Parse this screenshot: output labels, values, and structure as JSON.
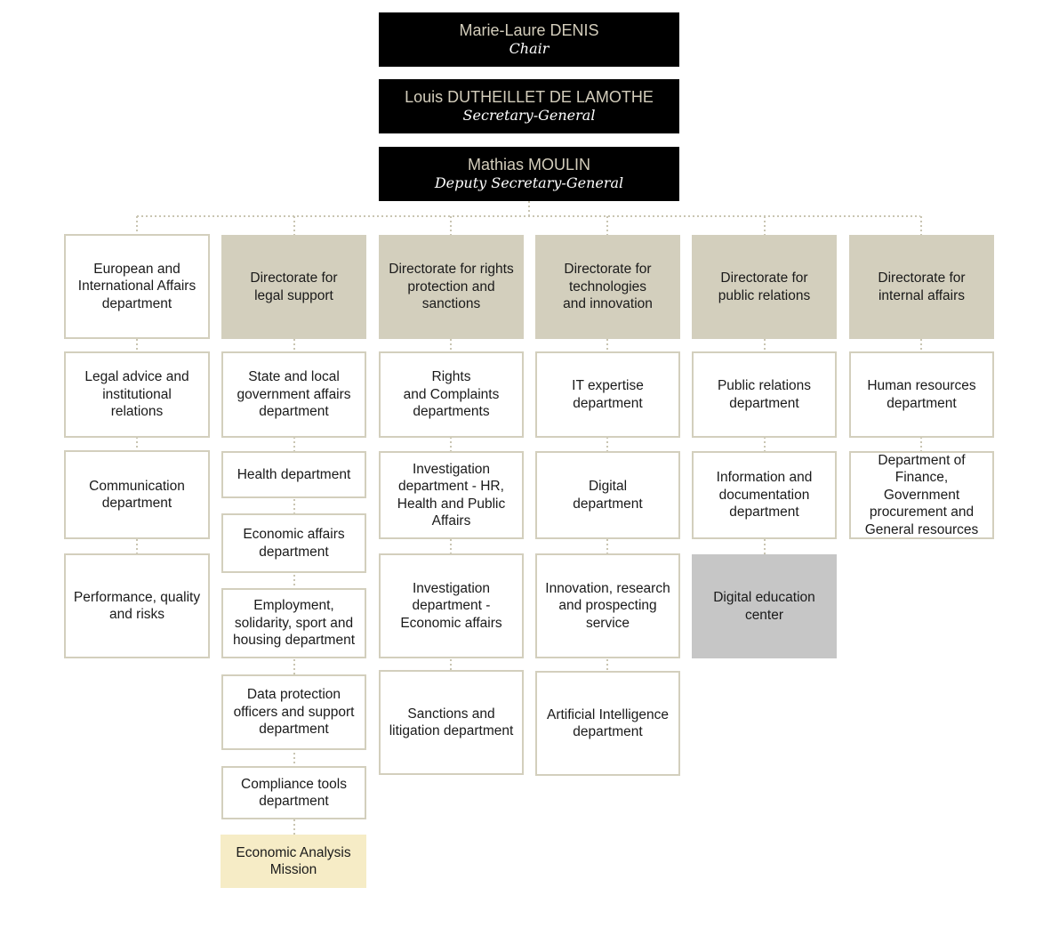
{
  "executives": [
    {
      "name": "Marie-Laure DENIS",
      "role": "Chair"
    },
    {
      "name": "Louis DUTHEILLET DE LAMOTHE",
      "role": "Secretary-General"
    },
    {
      "name": "Mathias MOULIN",
      "role": "Deputy Secretary-General"
    }
  ],
  "columns": [
    {
      "head": {
        "label": "European and\nInternational Affairs\ndepartment",
        "style": "white"
      },
      "units": [
        {
          "label": "Legal advice and\ninstitutional\nrelations",
          "style": "white"
        },
        {
          "label": "Communication\ndepartment",
          "style": "white"
        },
        {
          "label": "Performance, quality\nand risks",
          "style": "white"
        }
      ]
    },
    {
      "head": {
        "label": "Directorate for\nlegal support",
        "style": "directorate"
      },
      "units": [
        {
          "label": "State and local\ngovernment affairs\ndepartment",
          "style": "white"
        },
        {
          "label": "Health department",
          "style": "white"
        },
        {
          "label": "Economic affairs\ndepartment",
          "style": "white"
        },
        {
          "label": "Employment,\nsolidarity, sport and\nhousing department",
          "style": "white"
        },
        {
          "label": "Data protection\nofficers and support\ndepartment",
          "style": "white"
        },
        {
          "label": "Compliance tools\ndepartment",
          "style": "white"
        },
        {
          "label": "Economic Analysis\nMission",
          "style": "yellow"
        }
      ]
    },
    {
      "head": {
        "label": "Directorate for rights\nprotection and\nsanctions",
        "style": "directorate"
      },
      "units": [
        {
          "label": "Rights\nand Complaints\ndepartments",
          "style": "white"
        },
        {
          "label": "Investigation\ndepartment - HR,\nHealth and Public\nAffairs",
          "style": "white"
        },
        {
          "label": "Investigation\ndepartment -\nEconomic affairs",
          "style": "white"
        },
        {
          "label": "Sanctions and\nlitigation department",
          "style": "white"
        }
      ]
    },
    {
      "head": {
        "label": "Directorate for\ntechnologies\nand innovation",
        "style": "directorate"
      },
      "units": [
        {
          "label": "IT expertise\ndepartment",
          "style": "white"
        },
        {
          "label": "Digital\ndepartment",
          "style": "white"
        },
        {
          "label": "Innovation, research\nand prospecting\nservice",
          "style": "white"
        },
        {
          "label": "Artificial Intelligence\ndepartment",
          "style": "white"
        }
      ]
    },
    {
      "head": {
        "label": "Directorate for\npublic relations",
        "style": "directorate"
      },
      "units": [
        {
          "label": "Public relations\ndepartment",
          "style": "white"
        },
        {
          "label": "Information and\ndocumentation\ndepartment",
          "style": "white"
        },
        {
          "label": "Digital education\ncenter",
          "style": "grey"
        }
      ]
    },
    {
      "head": {
        "label": "Directorate for\ninternal affairs",
        "style": "directorate"
      },
      "units": [
        {
          "label": "Human resources\ndepartment",
          "style": "white"
        },
        {
          "label": "Department of\nFinance, Government\nprocurement and\nGeneral resources",
          "style": "white"
        }
      ]
    }
  ],
  "colors": {
    "executive_bg": "#000000",
    "executive_name": "#d3cdbb",
    "directorate_bg": "#d3cfbd",
    "box_border": "#d3cfbd",
    "grey_unit": "#c6c6c6",
    "yellow_unit": "#f6ecc6",
    "connector": "#c9c5b2"
  }
}
